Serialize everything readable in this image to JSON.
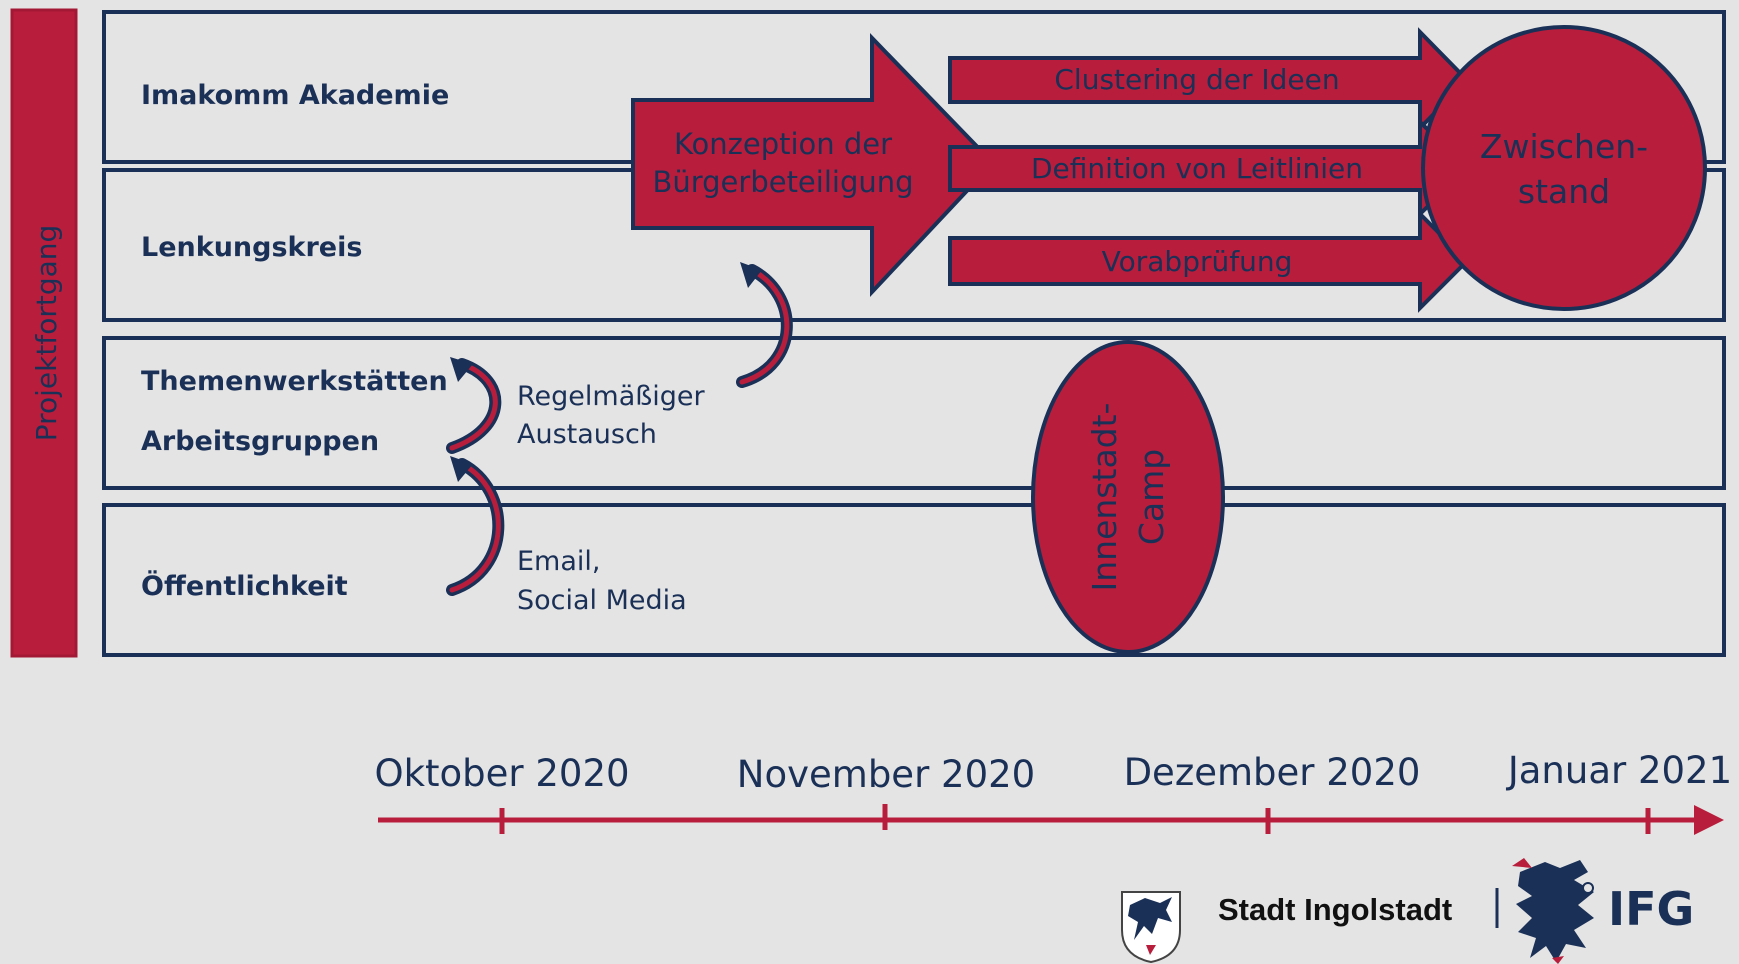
{
  "side_label": "Projektfortgang",
  "rows": {
    "akademie": "Imakomm Akademie",
    "lenkungskreis": "Lenkungskreis",
    "themenwerkstaetten": "Themenwerkstätten",
    "arbeitsgruppen": "Arbeitsgruppen",
    "oeffentlichkeit": "Öffentlichkeit"
  },
  "big_arrow": {
    "line1": "Konzeption der",
    "line2": "Bürgerbeteiligung"
  },
  "small_arrows": {
    "clustering": "Clustering der Ideen",
    "leitlinien": "Definition von Leitlinien",
    "vorab": "Vorabprüfung"
  },
  "circle": {
    "line1": "Zwischen-",
    "line2": "stand"
  },
  "ellipse": {
    "line1": "Innenstadt-",
    "line2": "Camp"
  },
  "notes": {
    "austausch_line1": "Regelmäßiger",
    "austausch_line2": "Austausch",
    "email_line1": "Email,",
    "email_line2": "Social Media"
  },
  "timeline": {
    "months": [
      "Oktober 2020",
      "November 2020",
      "Dezember 2020",
      "Januar 2021"
    ]
  },
  "logos": {
    "city": "Stadt Ingolstadt",
    "ifg": "IFG"
  },
  "colors": {
    "accent_red": "#b81e3c",
    "navy": "#1a3057",
    "background": "#e4e4e4"
  }
}
